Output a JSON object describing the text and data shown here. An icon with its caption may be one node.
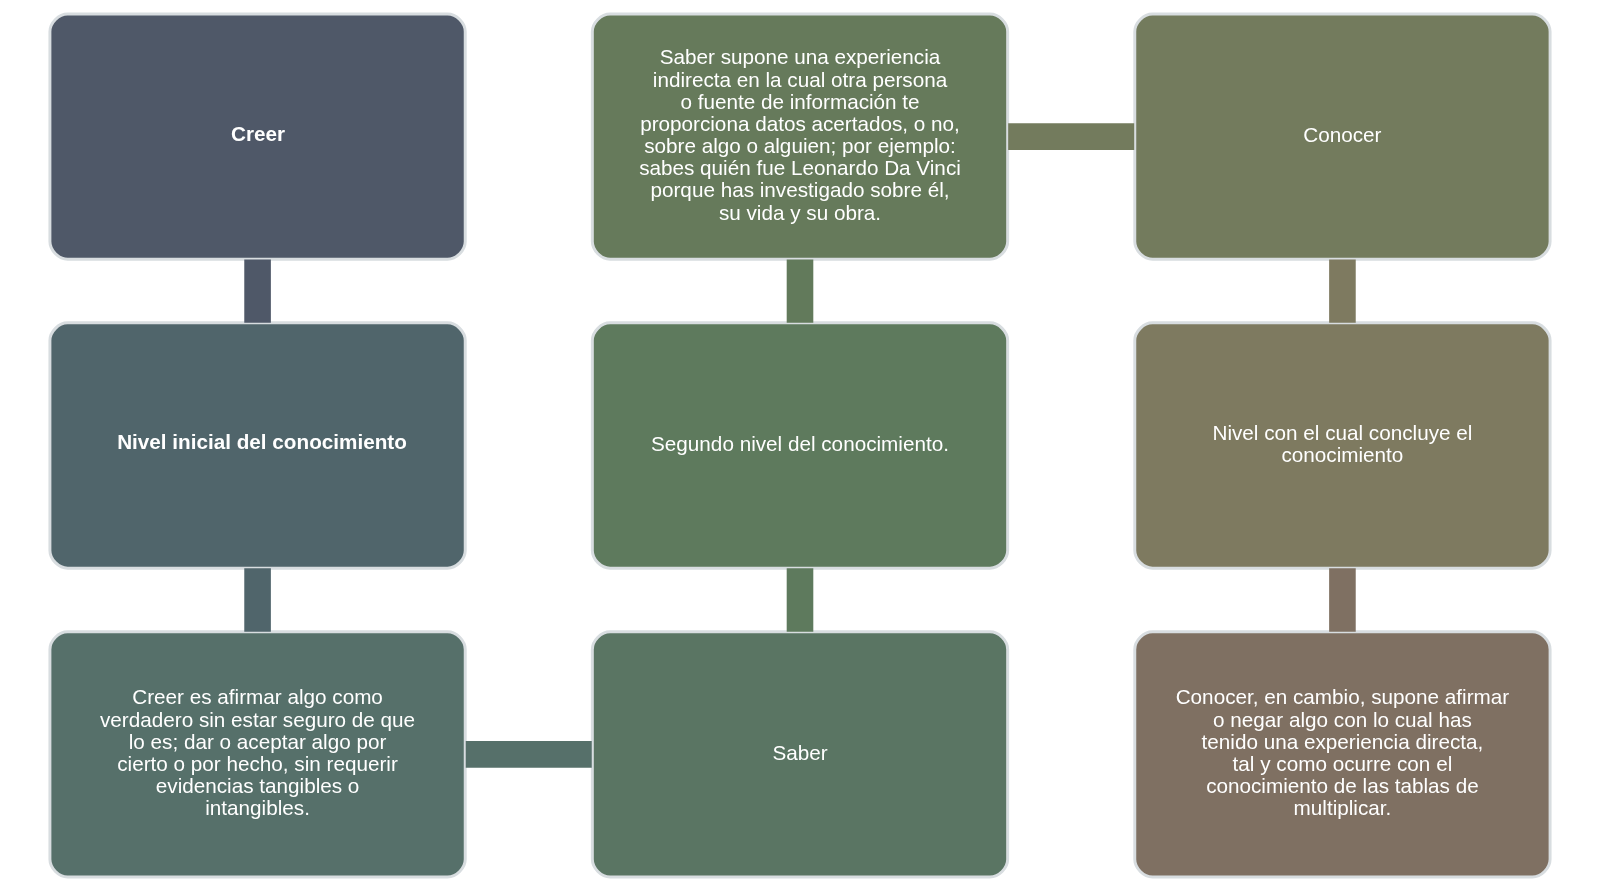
{
  "diagram": {
    "nodes": [
      {
        "text": [
          "Creer"
        ]
      },
      {
        "text": [
          "Nivel inicial del conocimiento"
        ]
      },
      {
        "text": [
          "Creer es afirmar algo como verdadero sin estar seguro de que lo es; dar o aceptar algo por cierto o por hecho, sin requerir evidencias tangibles o intangibles."
        ]
      },
      {
        "text": [
          "Saber"
        ]
      },
      {
        "text": [
          "Segundo nivel del conocimiento."
        ]
      },
      {
        "text": [
          "Saber supone una experiencia indirecta en la cual otra persona o fuente de información te proporciona datos acertados, o no, sobre algo o alguien; por ejemplo: sabes quién fue Leonardo Da Vinci porque has investigado sobre él, su vida y su obra."
        ]
      },
      {
        "text": [
          "Conocer"
        ]
      },
      {
        "text": [
          "Nivel con el cual concluye el conocimiento"
        ]
      },
      {
        "text": [
          "Conocer, en cambio, supone afirmar o negar algo con lo cual has tenido una experiencia directa, tal y como ocurre con el conocimiento de las tablas de multiplicar."
        ]
      }
    ],
    "edges": [
      {
        "from": 0,
        "to": 1,
        "arrow": "none",
        "color": "#4f5868"
      },
      {
        "from": 1,
        "to": 2,
        "arrow": "none",
        "color": "#50656b"
      },
      {
        "from": 2,
        "to": 3,
        "arrow": "none",
        "color": "#56706a"
      },
      {
        "from": 3,
        "to": 4,
        "arrow": "none",
        "color": "#5e7a5d"
      },
      {
        "from": 4,
        "to": 5,
        "arrow": "none",
        "color": "#627a5b"
      },
      {
        "from": 5,
        "to": 6,
        "arrow": "none",
        "color": "#737b5d"
      },
      {
        "from": 6,
        "to": 7,
        "arrow": "none",
        "color": "#7e7a60"
      },
      {
        "from": 7,
        "to": 8,
        "arrow": "none",
        "color": "#7f7062"
      }
    ]
  }
}
